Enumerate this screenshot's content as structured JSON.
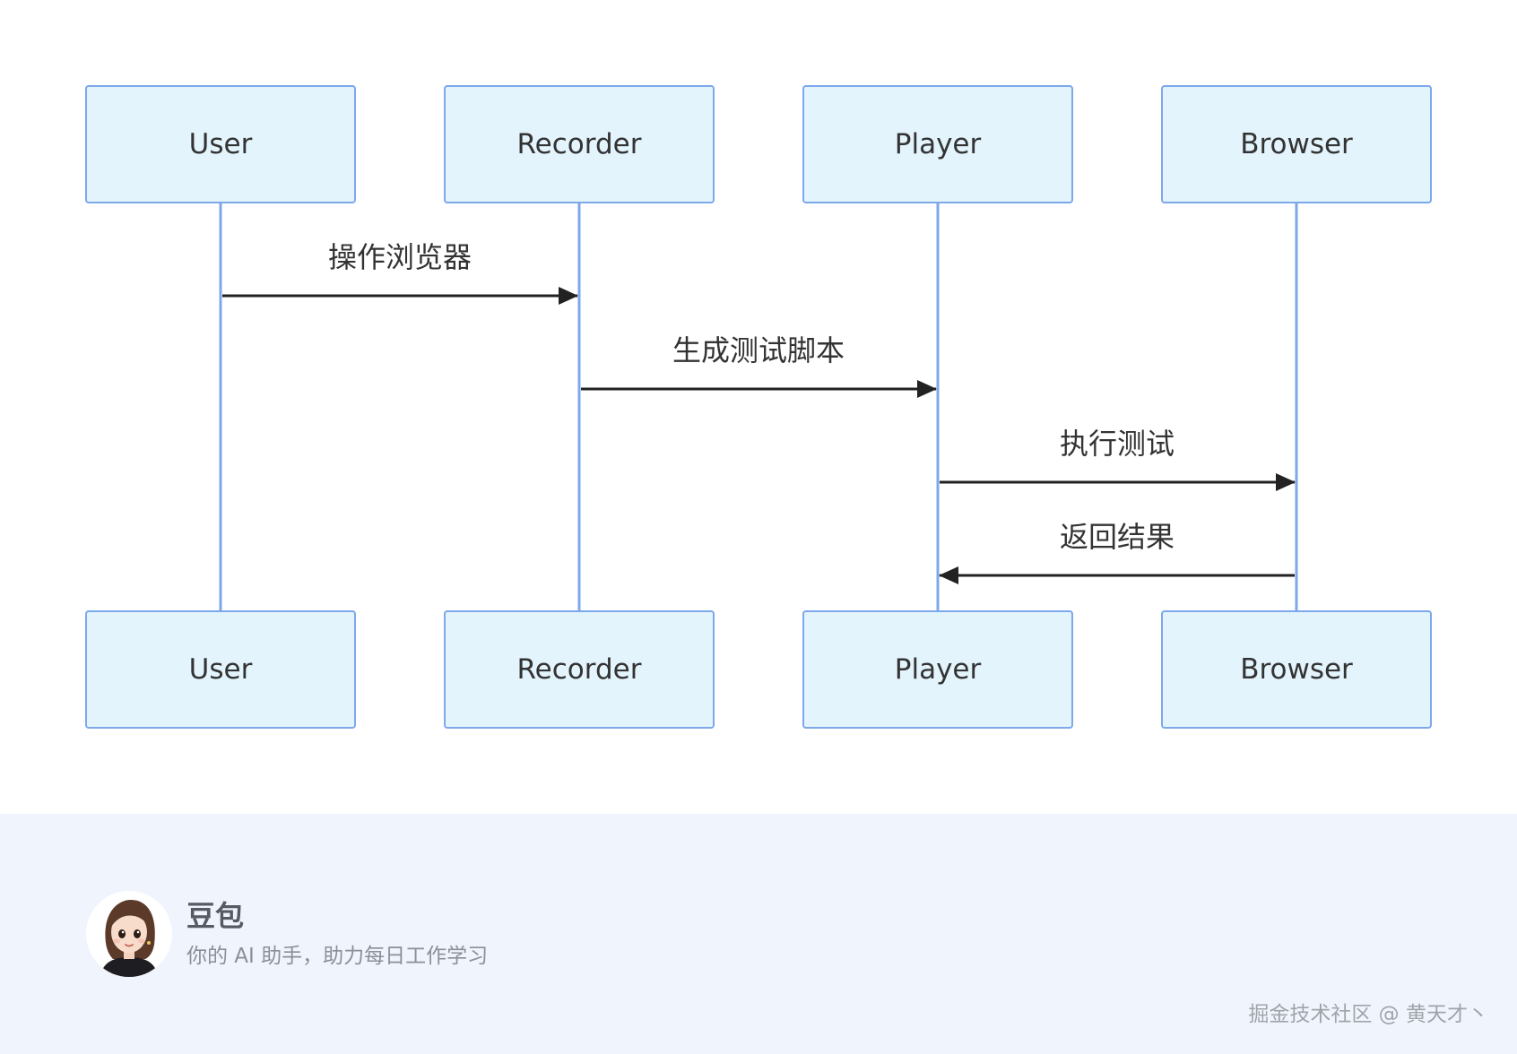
{
  "diagram": {
    "type": "sequence",
    "participants": [
      "User",
      "Recorder",
      "Player",
      "Browser"
    ],
    "messages": [
      {
        "from": "User",
        "to": "Recorder",
        "label": "操作浏览器"
      },
      {
        "from": "Recorder",
        "to": "Player",
        "label": "生成测试脚本"
      },
      {
        "from": "Player",
        "to": "Browser",
        "label": "执行测试"
      },
      {
        "from": "Browser",
        "to": "Player",
        "label": "返回结果"
      }
    ],
    "colors": {
      "actor_fill": "#e3f4fd",
      "actor_stroke": "#7da8ea",
      "lifeline": "#7da8ea",
      "arrow": "#222222",
      "text": "#333333"
    }
  },
  "footer": {
    "brand_name": "豆包",
    "tagline": "你的 AI 助手，助力每日工作学习",
    "watermark": "掘金技术社区 @ 黄天才丶",
    "background": "#eff4fd"
  }
}
